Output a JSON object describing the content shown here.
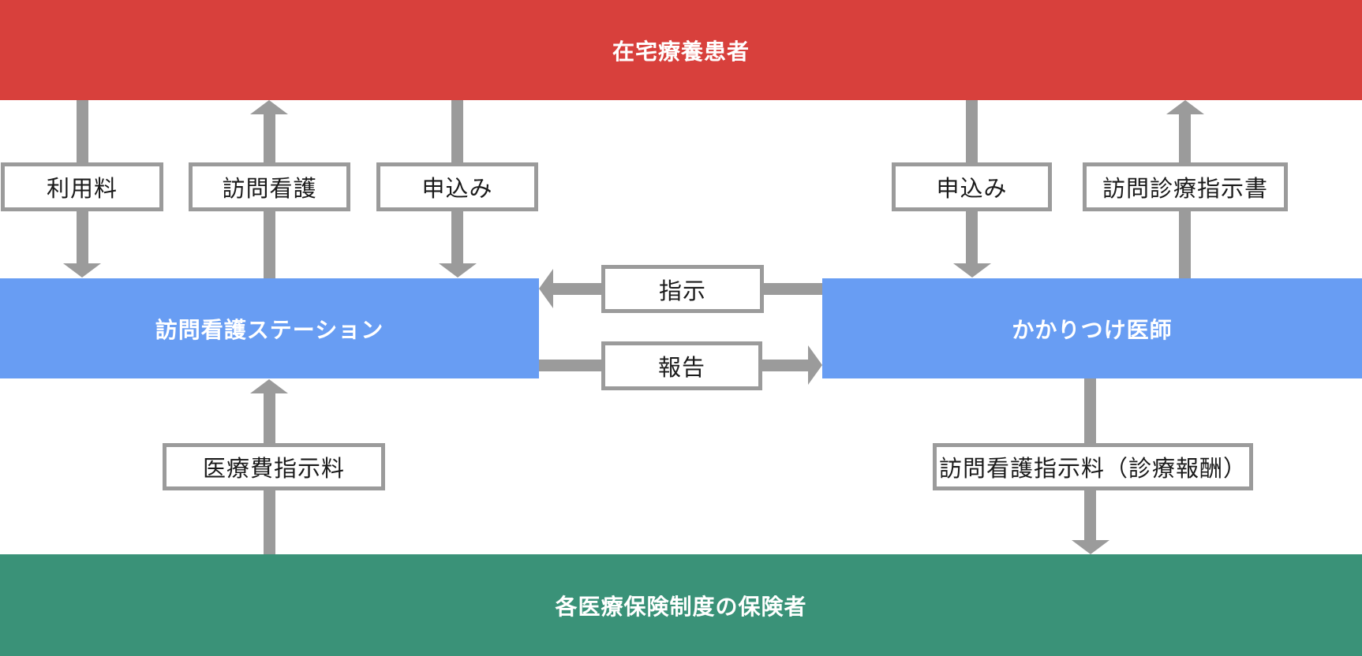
{
  "colors": {
    "patient_banner": "#d8403c",
    "provider_banner": "#689df3",
    "insurer_banner": "#3a9278",
    "arrow_gray": "#9b9b9b",
    "label_border": "#9b9b9b",
    "label_text": "#1a1a1a"
  },
  "nodes": {
    "patient": {
      "label": "在宅療養患者"
    },
    "nurse_station": {
      "label": "訪問看護ステーション"
    },
    "doctor": {
      "label": "かかりつけ医師"
    },
    "insurer": {
      "label": "各医療保険制度の保険者"
    }
  },
  "edges": {
    "usage_fee": {
      "label": "利用料",
      "from": "patient",
      "to": "nurse_station",
      "direction": "down"
    },
    "home_nursing": {
      "label": "訪問看護",
      "from": "nurse_station",
      "to": "patient",
      "direction": "up"
    },
    "application_left": {
      "label": "申込み",
      "from": "patient",
      "to": "nurse_station",
      "direction": "down"
    },
    "application_right": {
      "label": "申込み",
      "from": "patient",
      "to": "doctor",
      "direction": "down"
    },
    "visit_care_order": {
      "label": "訪問診療指示書",
      "from": "doctor",
      "to": "patient",
      "direction": "up"
    },
    "instruction": {
      "label": "指示",
      "from": "doctor",
      "to": "nurse_station",
      "direction": "left"
    },
    "report": {
      "label": "報告",
      "from": "nurse_station",
      "to": "doctor",
      "direction": "right"
    },
    "medical_fee_order": {
      "label": "医療費指示料",
      "from": "insurer",
      "to": "nurse_station",
      "direction": "up"
    },
    "nursing_order_fee": {
      "label": "訪問看護指示料（診療報酬）",
      "from": "doctor",
      "to": "insurer",
      "direction": "down"
    }
  }
}
